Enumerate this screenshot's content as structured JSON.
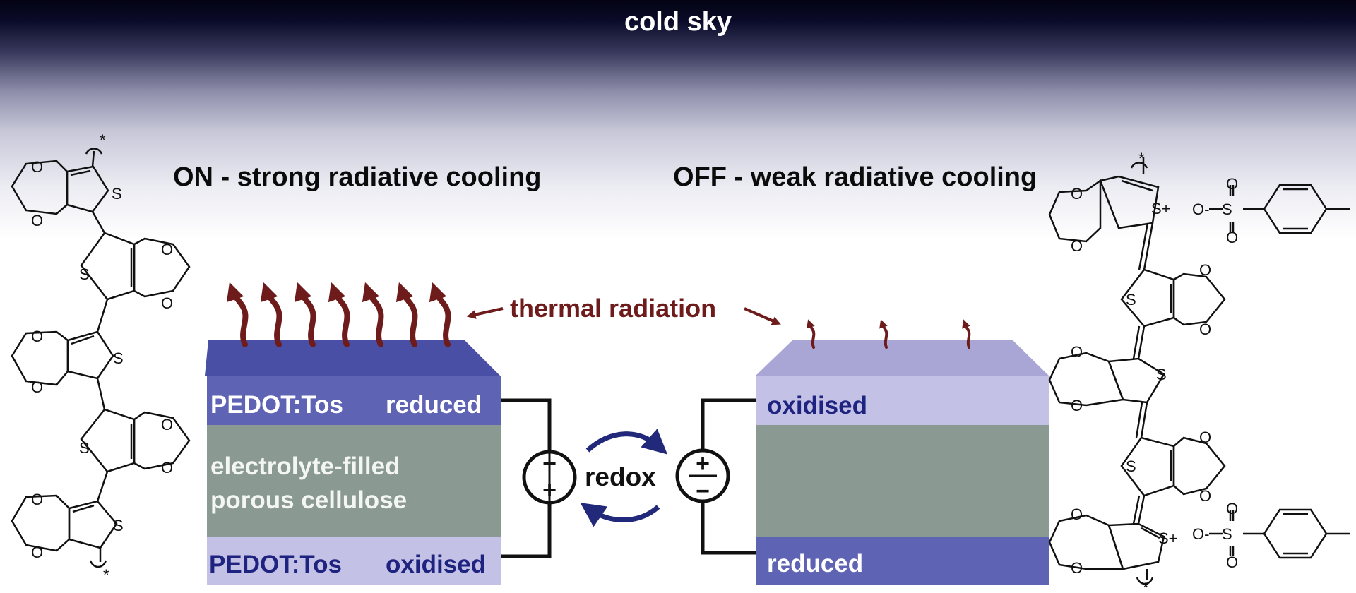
{
  "sky": {
    "title": "cold sky"
  },
  "states": {
    "on": {
      "heading": "ON - strong radiative cooling",
      "top_layer": {
        "name": "PEDOT:Tos",
        "state": "reduced"
      },
      "middle_layer": {
        "line1": "electrolyte-filled",
        "line2": "porous cellulose"
      },
      "bottom_layer": {
        "name": "PEDOT:Tos",
        "state": "oxidised"
      },
      "polarity": {
        "top": "−",
        "bottom": "+"
      }
    },
    "off": {
      "heading": "OFF - weak radiative cooling",
      "top_layer": {
        "state": "oxidised"
      },
      "bottom_layer": {
        "state": "reduced"
      },
      "polarity": {
        "top": "+",
        "bottom": "−"
      }
    }
  },
  "radiation": {
    "label": "thermal radiation"
  },
  "switch": {
    "label": "redox"
  },
  "molecules": {
    "left_atom_labels": [
      "S",
      "O",
      "*"
    ],
    "right_atom_labels": [
      "S+",
      "O",
      "O-",
      "S",
      "*"
    ]
  },
  "colors": {
    "reduced_layer": "#5f63b4",
    "reduced_top_face": "#4a4fa6",
    "oxidised_layer": "#c3c1e5",
    "oxidised_top_face": "#a9a6d6",
    "electrolyte": "#8a9992",
    "radiation_arrows": "#6e1b1b",
    "redox_arrows": "#22287a"
  }
}
